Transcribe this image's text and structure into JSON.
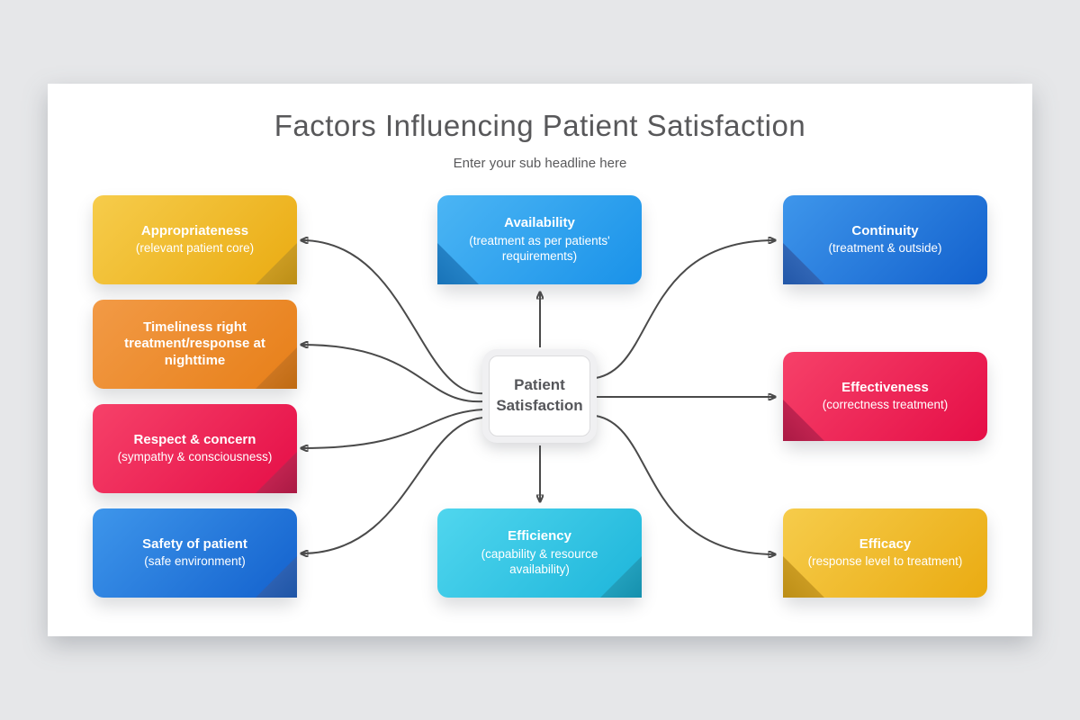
{
  "header": {
    "title": "Factors Influencing Patient Satisfaction",
    "subtitle": "Enter your sub headline here"
  },
  "center": {
    "label": "Patient\nSatisfaction"
  },
  "connector_color": "#4a4a4a",
  "nodes": [
    {
      "title": "Appropriateness",
      "subtitle": "(relevant patient core)",
      "colors": {
        "fill_start": "#f6cc4b",
        "fill_end": "#eaab12",
        "fold_start": "#d9a82e",
        "fold_end": "#bc8e16"
      }
    },
    {
      "title": "Timeliness right treatment/response at nighttime",
      "subtitle": "",
      "colors": {
        "fill_start": "#f29a46",
        "fill_end": "#e77f18",
        "fold_start": "#d9812f",
        "fold_end": "#bf6a12"
      }
    },
    {
      "title": "Respect & concern",
      "subtitle": "(sympathy & consciousness)",
      "colors": {
        "fill_start": "#f64169",
        "fill_end": "#e50e47",
        "fold_start": "#d62c5b",
        "fold_end": "#aa1a44"
      }
    },
    {
      "title": "Safety of patient",
      "subtitle": "(safe environment)",
      "colors": {
        "fill_start": "#3e96eb",
        "fill_end": "#1361cd",
        "fold_start": "#3a6cbe",
        "fold_end": "#1f55a6"
      }
    },
    {
      "title": "Availability",
      "subtitle": "(treatment as per patients' requirements)",
      "colors": {
        "fill_start": "#4bb5f4",
        "fill_end": "#1a92e9",
        "fold_start": "#2f8fd2",
        "fold_end": "#1873b8"
      }
    },
    {
      "title": "Efficiency",
      "subtitle": "(capability & resource availability)",
      "colors": {
        "fill_start": "#50d6ee",
        "fill_end": "#1db5da",
        "fold_start": "#2faecb",
        "fold_end": "#1590ad"
      }
    },
    {
      "title": "Continuity",
      "subtitle": "(treatment & outside)",
      "colors": {
        "fill_start": "#3e96eb",
        "fill_end": "#1361cd",
        "fold_start": "#3f74c2",
        "fold_end": "#2257a8"
      }
    },
    {
      "title": "Effectiveness",
      "subtitle": "(correctness treatment)",
      "colors": {
        "fill_start": "#f64169",
        "fill_end": "#e50e47",
        "fold_start": "#d62c5b",
        "fold_end": "#aa1a44"
      }
    },
    {
      "title": "Efficacy",
      "subtitle": "(response level to treatment)",
      "colors": {
        "fill_start": "#f6cc4b",
        "fill_end": "#eaab12",
        "fold_start": "#d9a82e",
        "fold_end": "#bc8e16"
      }
    }
  ]
}
